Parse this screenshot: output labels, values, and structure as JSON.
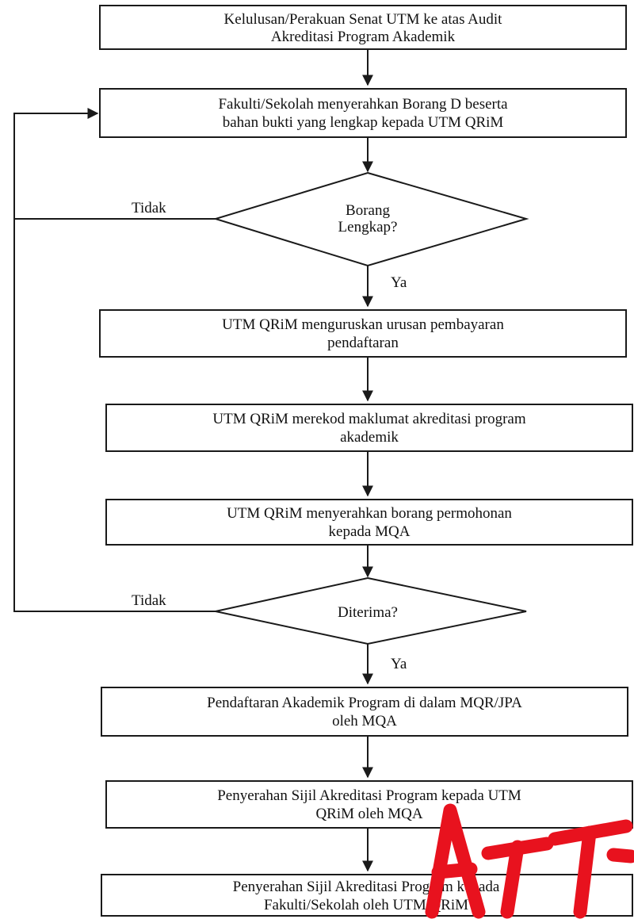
{
  "flowchart": {
    "steps": [
      {
        "id": "s1",
        "lines": [
          "Kelulusan/Perakuan Senat UTM ke atas Audit",
          "Akreditasi Program Akademik"
        ]
      },
      {
        "id": "s2",
        "lines": [
          "Fakulti/Sekolah menyerahkan Borang D beserta",
          "bahan bukti yang lengkap kepada UTM QRiM"
        ]
      },
      {
        "id": "s3",
        "lines": [
          "UTM QRiM menguruskan urusan pembayaran",
          "pendaftaran"
        ]
      },
      {
        "id": "s4",
        "lines": [
          "UTM QRiM merekod maklumat akreditasi program",
          "akademik"
        ]
      },
      {
        "id": "s5",
        "lines": [
          "UTM QRiM menyerahkan borang permohonan",
          "kepada MQA"
        ]
      },
      {
        "id": "s6",
        "lines": [
          "Pendaftaran Akademik Program di dalam MQR/JPA",
          "oleh MQA"
        ]
      },
      {
        "id": "s7",
        "lines": [
          "Penyerahan Sijil Akreditasi Program kepada UTM",
          "QRiM oleh MQA"
        ]
      },
      {
        "id": "s8",
        "lines": [
          "Penyerahan Sijil Akreditasi Program kepada",
          "Fakulti/Sekolah oleh UTM QRiM"
        ]
      }
    ],
    "decisions": [
      {
        "id": "d1",
        "lines": [
          "Borang",
          "Lengkap?"
        ],
        "no_label": "Tidak",
        "yes_label": "Ya"
      },
      {
        "id": "d2",
        "lines": [
          "Diterima?"
        ],
        "no_label": "Tidak",
        "yes_label": "Ya"
      }
    ]
  },
  "colors": {
    "line": "#1a1a1a",
    "stamp": "#e8121e"
  }
}
